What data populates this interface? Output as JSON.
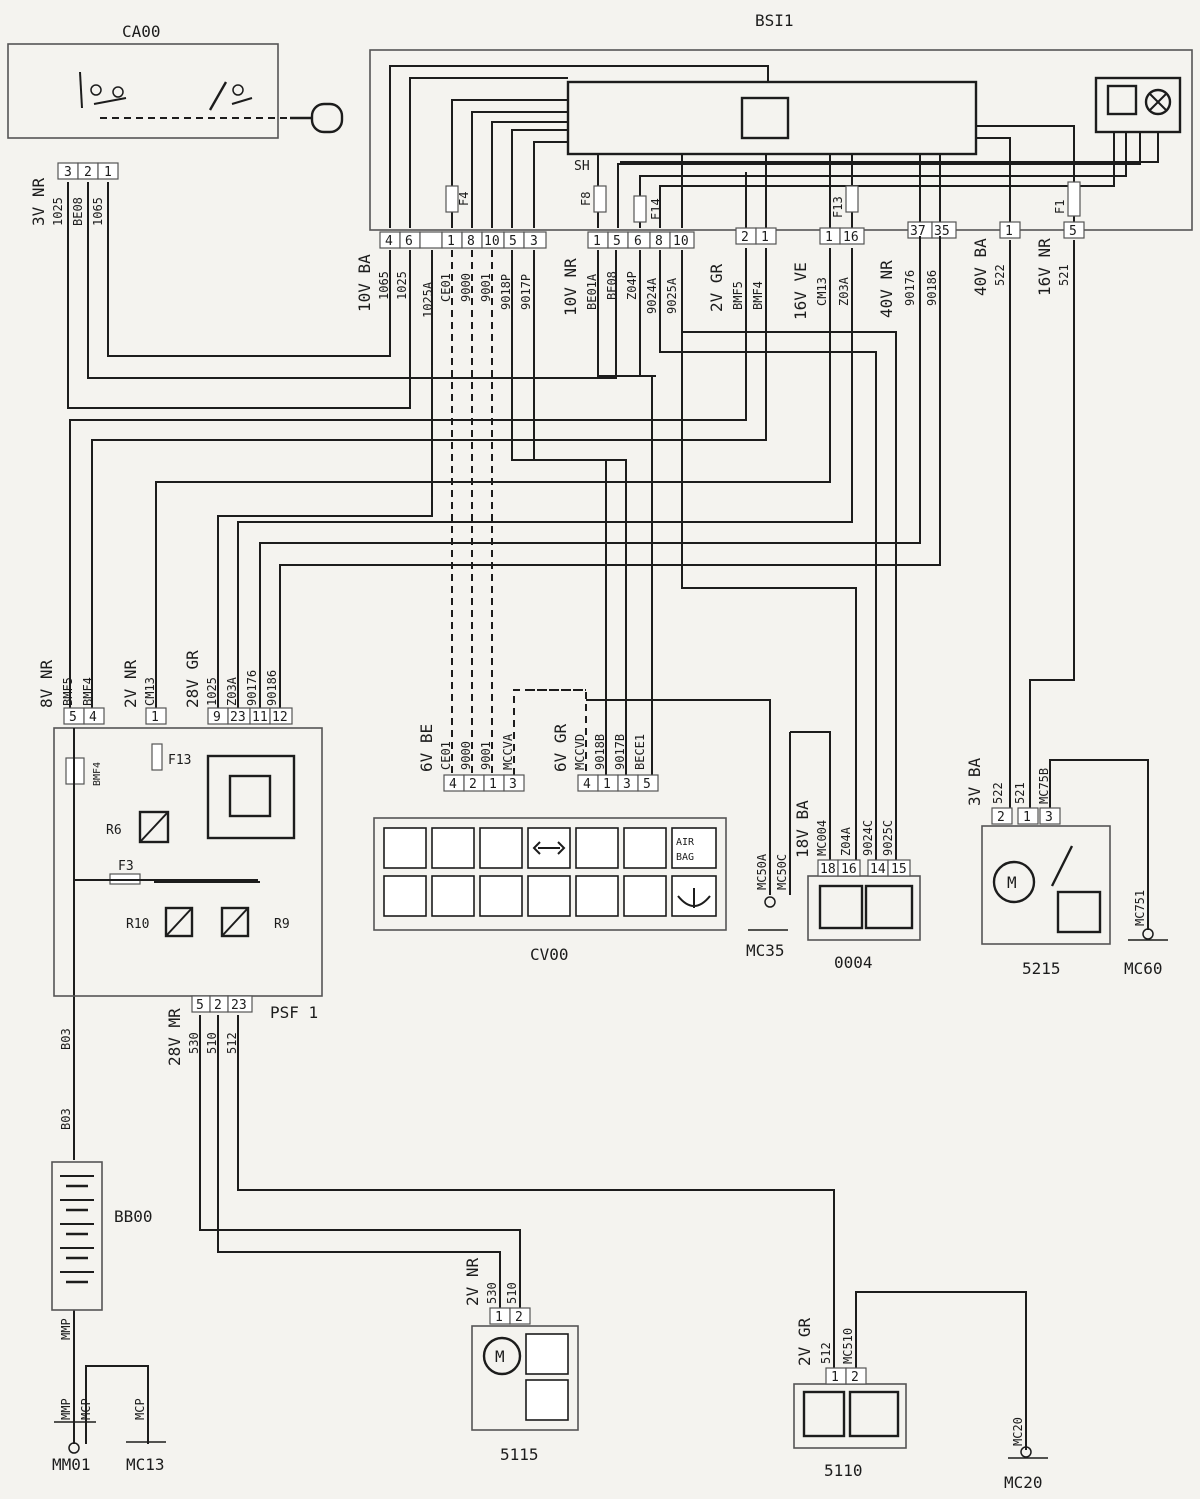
{
  "components": {
    "CA00": "CA00",
    "BSI1": "BSI1",
    "PSF1": "PSF 1",
    "CV00": "CV00",
    "MC35": "MC35",
    "C0004": "0004",
    "C5215": "5215",
    "MC60": "MC60",
    "BB00": "BB00",
    "C5115": "5115",
    "C5110": "5110",
    "MM01": "MM01",
    "MC13": "MC13",
    "MC20": "MC20"
  },
  "connectors": {
    "ca00": "3V NR",
    "bsi_left": "10V BA",
    "bsi_mid": "10V NR",
    "bsi_gr": "2V GR",
    "bsi_ve": "16V VE",
    "bsi_40nr": "40V NR",
    "bsi_40ba": "40V BA",
    "bsi_16nr": "16V NR",
    "psf_8nr": "8V NR",
    "psf_2nr": "2V NR",
    "psf_28gr": "28V GR",
    "psf_28mr": "28V MR",
    "cv_6be": "6V BE",
    "cv_6gr": "6V GR",
    "c0004": "18V BA",
    "c5215": "3V BA",
    "c5115": "2V NR",
    "c5110": "2V GR"
  },
  "wires": {
    "w1025": "1025",
    "wBE08": "BE08",
    "w1065": "1065",
    "w1025A": "1025A",
    "wCE01": "CE01",
    "w9000": "9000",
    "w9001": "9001",
    "w9018P": "9018P",
    "w9017P": "9017P",
    "wBE01A": "BE01A",
    "wZ04P": "Z04P",
    "w9024A": "9024A",
    "w9025A": "9025A",
    "wBMF5": "BMF5",
    "wBMF4": "BMF4",
    "wCM13": "CM13",
    "wZ03A": "Z03A",
    "w90176": "90176",
    "w90186": "90186",
    "w522": "522",
    "w521": "521",
    "wMCCVA": "MCCVA",
    "wMCCVD": "MCCVD",
    "w9018B": "9018B",
    "w9017B": "9017B",
    "wBECE1": "BECE1",
    "wMC50A": "MC50A",
    "wMC50C": "MC50C",
    "wMC004": "MC004",
    "wZ04A": "Z04A",
    "w9024C": "9024C",
    "w9025C": "9025C",
    "wMC75B": "MC75B",
    "wMC751": "MC751",
    "wB03": "B03",
    "w530": "530",
    "w510": "510",
    "w512": "512",
    "wMC510": "MC510",
    "wMC20": "MC20",
    "wMMP": "MMP",
    "wMCP": "MCP"
  },
  "fuses": {
    "F4": "F4",
    "F8": "F8",
    "F14": "F14",
    "F13": "F13",
    "F1": "F1",
    "F3": "F3"
  },
  "relays": {
    "R6": "R6",
    "R10": "R10",
    "R9": "R9"
  },
  "misc": {
    "SH": "SH",
    "M": "M",
    "airbag1": "AIR",
    "airbag2": "BAG"
  },
  "pins": {
    "ca00": [
      "3",
      "2",
      "1"
    ],
    "bsi_a": [
      "4",
      "6",
      "1",
      "8",
      "10",
      "5",
      "3"
    ],
    "bsi_b": [
      "1",
      "5",
      "6",
      "8",
      "10"
    ],
    "bsi_c": [
      "2",
      "1"
    ],
    "bsi_d": [
      "1",
      "16"
    ],
    "bsi_e": [
      "37",
      "35"
    ],
    "bsi_f": [
      "1"
    ],
    "bsi_g": [
      "5"
    ],
    "psf_top": [
      "5",
      "4",
      "1",
      "9",
      "23",
      "11",
      "12"
    ],
    "psf_bot": [
      "5",
      "2",
      "23"
    ],
    "cv_a": [
      "4",
      "2",
      "1",
      "3"
    ],
    "cv_b": [
      "4",
      "1",
      "3",
      "5"
    ],
    "c0004": [
      "18",
      "16",
      "14",
      "15"
    ],
    "c5215": [
      "2",
      "1",
      "3"
    ],
    "c5115": [
      "1",
      "2"
    ],
    "c5110": [
      "1",
      "2"
    ]
  }
}
